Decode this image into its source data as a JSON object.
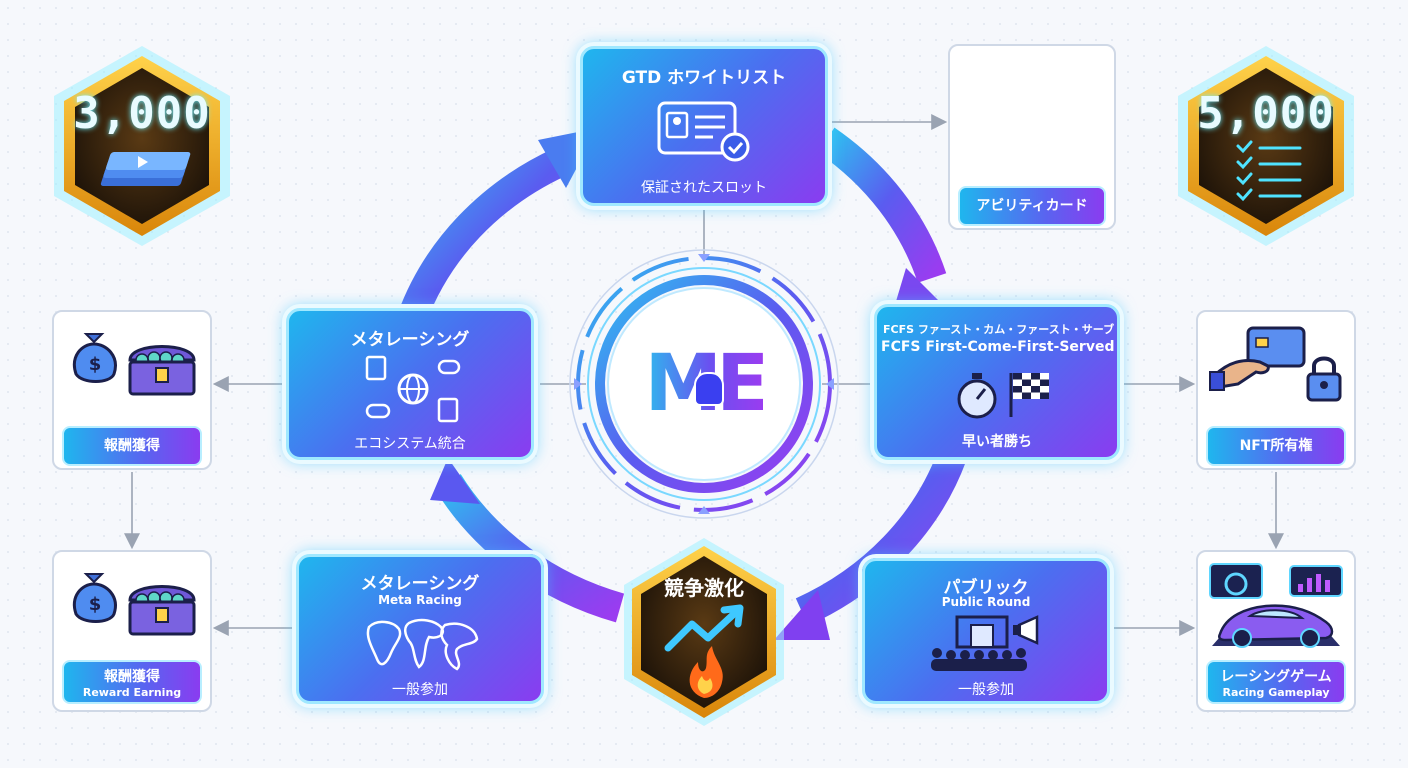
{
  "hexagons": {
    "left_count": "3,000",
    "right_count": "5,000",
    "bottom_title": "競争激化"
  },
  "center": {
    "logo_text": "ME"
  },
  "nodes": {
    "gtd": {
      "title": "GTD ホワイトリスト",
      "subtitle": "保証されたスロット"
    },
    "fcfs": {
      "title_jp": "FCFS ファースト・カム・ファースト・サーブ",
      "title_en": "FCFS First-Come-First-Served",
      "subtitle": "早い者勝ち"
    },
    "meta_left": {
      "title": "メタレーシング",
      "subtitle": "エコシステム統合"
    },
    "meta_bottom": {
      "title": "メタレーシング",
      "title_en": "Meta Racing",
      "subtitle": "一般参加"
    },
    "public": {
      "title": "パブリック",
      "title_en": "Public Round",
      "subtitle": "一般参加"
    }
  },
  "side_panels": {
    "ability": {
      "label": "アビリティカード"
    },
    "reward_top": {
      "label": "報酬獲得"
    },
    "reward_bottom": {
      "label": "報酬獲得",
      "label_en": "Reward Earning"
    },
    "nft": {
      "label": "NFT所有権"
    },
    "racing": {
      "label": "レーシングゲーム",
      "label_en": "Racing Gameplay"
    }
  },
  "colors": {
    "cyan": "#1fb6ee",
    "blue": "#4b6ff0",
    "purple": "#8a3cf0",
    "gold": "#f2a413",
    "connector": "#9aa3b2"
  },
  "icons": [
    "id-card-icon",
    "checkmark-icon",
    "stopwatch-icon",
    "checkered-flag-icon",
    "ecosystem-icon",
    "world-map-icon",
    "crowd-stage-icon",
    "megaphone-icon",
    "trend-up-icon",
    "flame-icon",
    "money-bag-icon",
    "treasure-chest-icon",
    "credit-card-icon",
    "padlock-icon",
    "race-car-icon",
    "ticket-stack-icon",
    "checklist-icon",
    "ability-cards-icon"
  ]
}
